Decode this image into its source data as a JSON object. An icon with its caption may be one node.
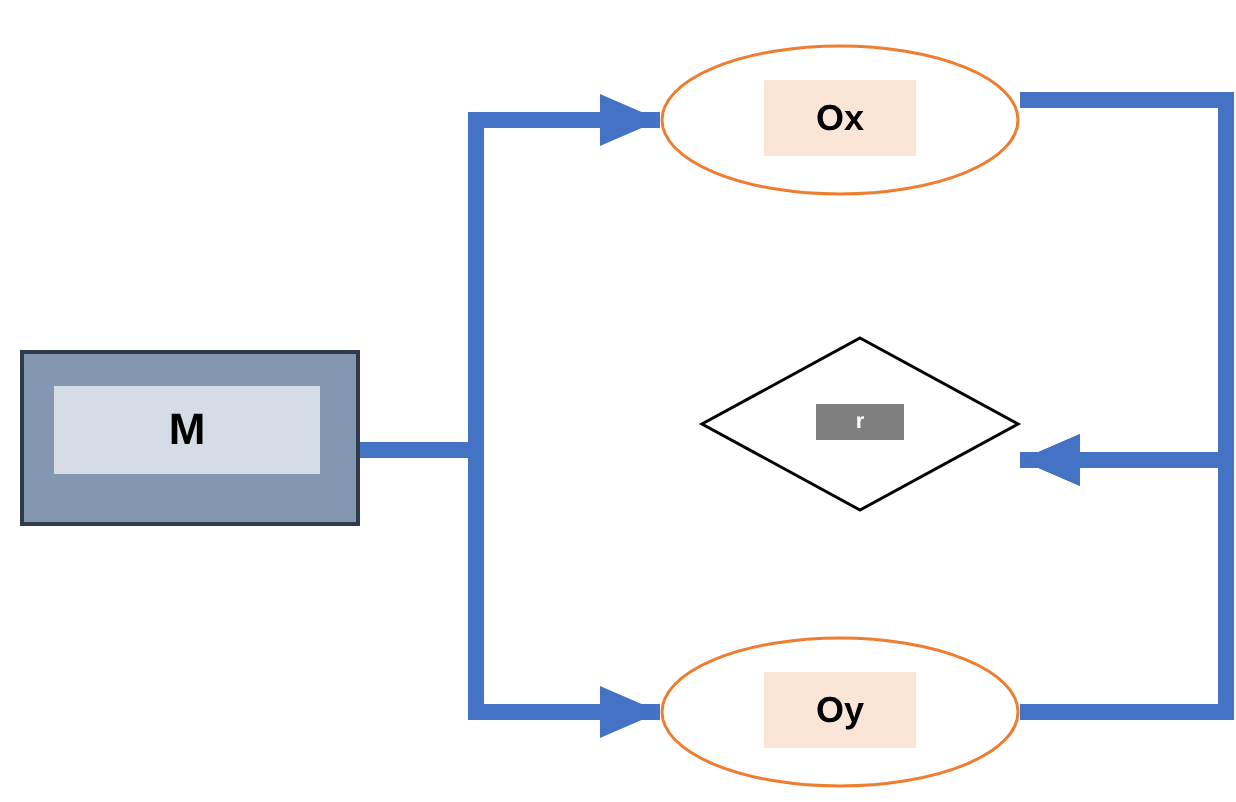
{
  "diagram": {
    "nodes": [
      {
        "text": [
          "M"
        ]
      },
      {
        "text": [
          "Ox"
        ]
      },
      {
        "text": [
          "r"
        ]
      },
      {
        "text": [
          "Oy"
        ]
      }
    ],
    "edges": [
      {
        "from": 0,
        "to": 1,
        "arrow": "to"
      },
      {
        "from": 0,
        "to": 3,
        "arrow": "to"
      },
      {
        "from": 1,
        "to": 2,
        "arrow": "to"
      },
      {
        "from": 3,
        "to": 2,
        "arrow": "to"
      }
    ]
  }
}
